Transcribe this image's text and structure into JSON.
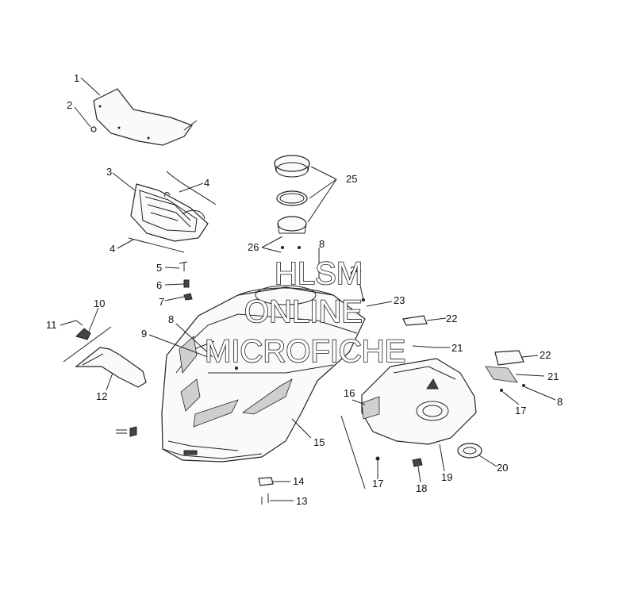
{
  "watermark": {
    "line1": "HLSM",
    "line2": "ONLINE",
    "line3": "MICROFICHE"
  },
  "callouts": [
    {
      "id": "c1",
      "label": "1"
    },
    {
      "id": "c2",
      "label": "2"
    },
    {
      "id": "c3",
      "label": "3"
    },
    {
      "id": "c4a",
      "label": "4"
    },
    {
      "id": "c4b",
      "label": "4"
    },
    {
      "id": "c5",
      "label": "5"
    },
    {
      "id": "c6",
      "label": "6"
    },
    {
      "id": "c7",
      "label": "7"
    },
    {
      "id": "c8a",
      "label": "8"
    },
    {
      "id": "c8b",
      "label": "8"
    },
    {
      "id": "c8c",
      "label": "8"
    },
    {
      "id": "c9",
      "label": "9"
    },
    {
      "id": "c10",
      "label": "10"
    },
    {
      "id": "c11",
      "label": "11"
    },
    {
      "id": "c12",
      "label": "12"
    },
    {
      "id": "c13",
      "label": "13"
    },
    {
      "id": "c14",
      "label": "14"
    },
    {
      "id": "c15",
      "label": "15"
    },
    {
      "id": "c16",
      "label": "16"
    },
    {
      "id": "c17a",
      "label": "17"
    },
    {
      "id": "c17b",
      "label": "17"
    },
    {
      "id": "c18",
      "label": "18"
    },
    {
      "id": "c19",
      "label": "19"
    },
    {
      "id": "c20",
      "label": "20"
    },
    {
      "id": "c21a",
      "label": "21"
    },
    {
      "id": "c21b",
      "label": "21"
    },
    {
      "id": "c22a",
      "label": "22"
    },
    {
      "id": "c22b",
      "label": "22"
    },
    {
      "id": "c23",
      "label": "23"
    },
    {
      "id": "c24",
      "label": "24"
    },
    {
      "id": "c25",
      "label": "25"
    },
    {
      "id": "c26",
      "label": "26"
    }
  ]
}
